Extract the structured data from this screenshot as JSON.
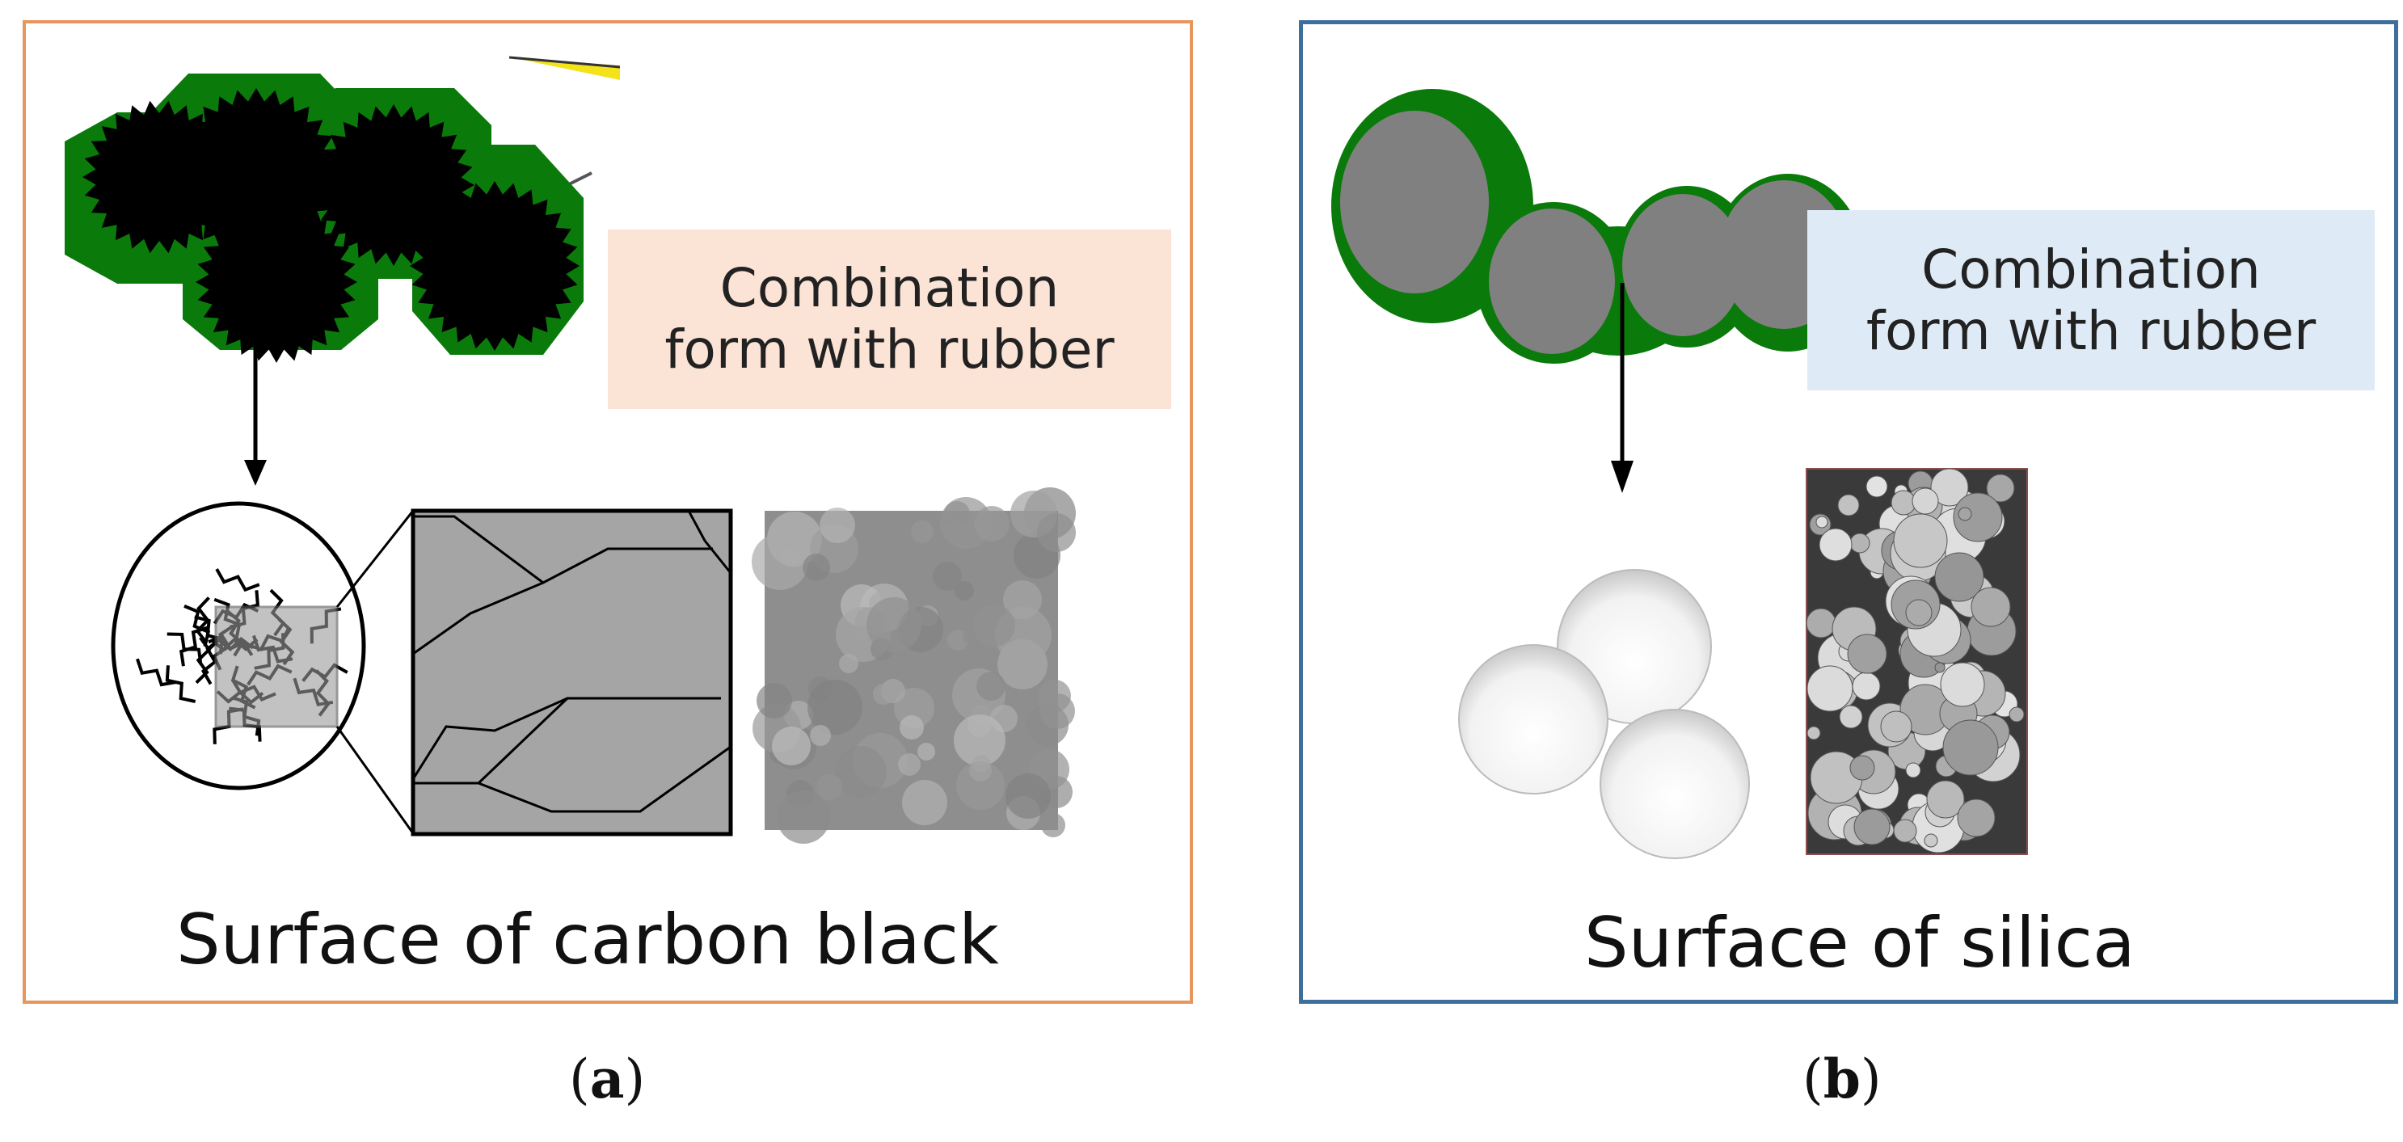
{
  "panel_a": {
    "label_lines": [
      "Combination",
      "form with rubber"
    ],
    "surface_title": "Surface of carbon black",
    "caption_letter": "a",
    "label_bg": "#fbe3d6",
    "border_color": "#e8955e"
  },
  "panel_b": {
    "label_lines": [
      "Combination",
      "form with rubber"
    ],
    "surface_title": "Surface of silica",
    "caption_letter": "b",
    "label_bg": "#deebf7",
    "border_color": "#3d6f9d"
  },
  "caption_parens": [
    "(",
    ")"
  ],
  "colors": {
    "rubber_green": "#0a7a0a",
    "carbon_black": "#000000",
    "silica_gray": "#808080"
  }
}
